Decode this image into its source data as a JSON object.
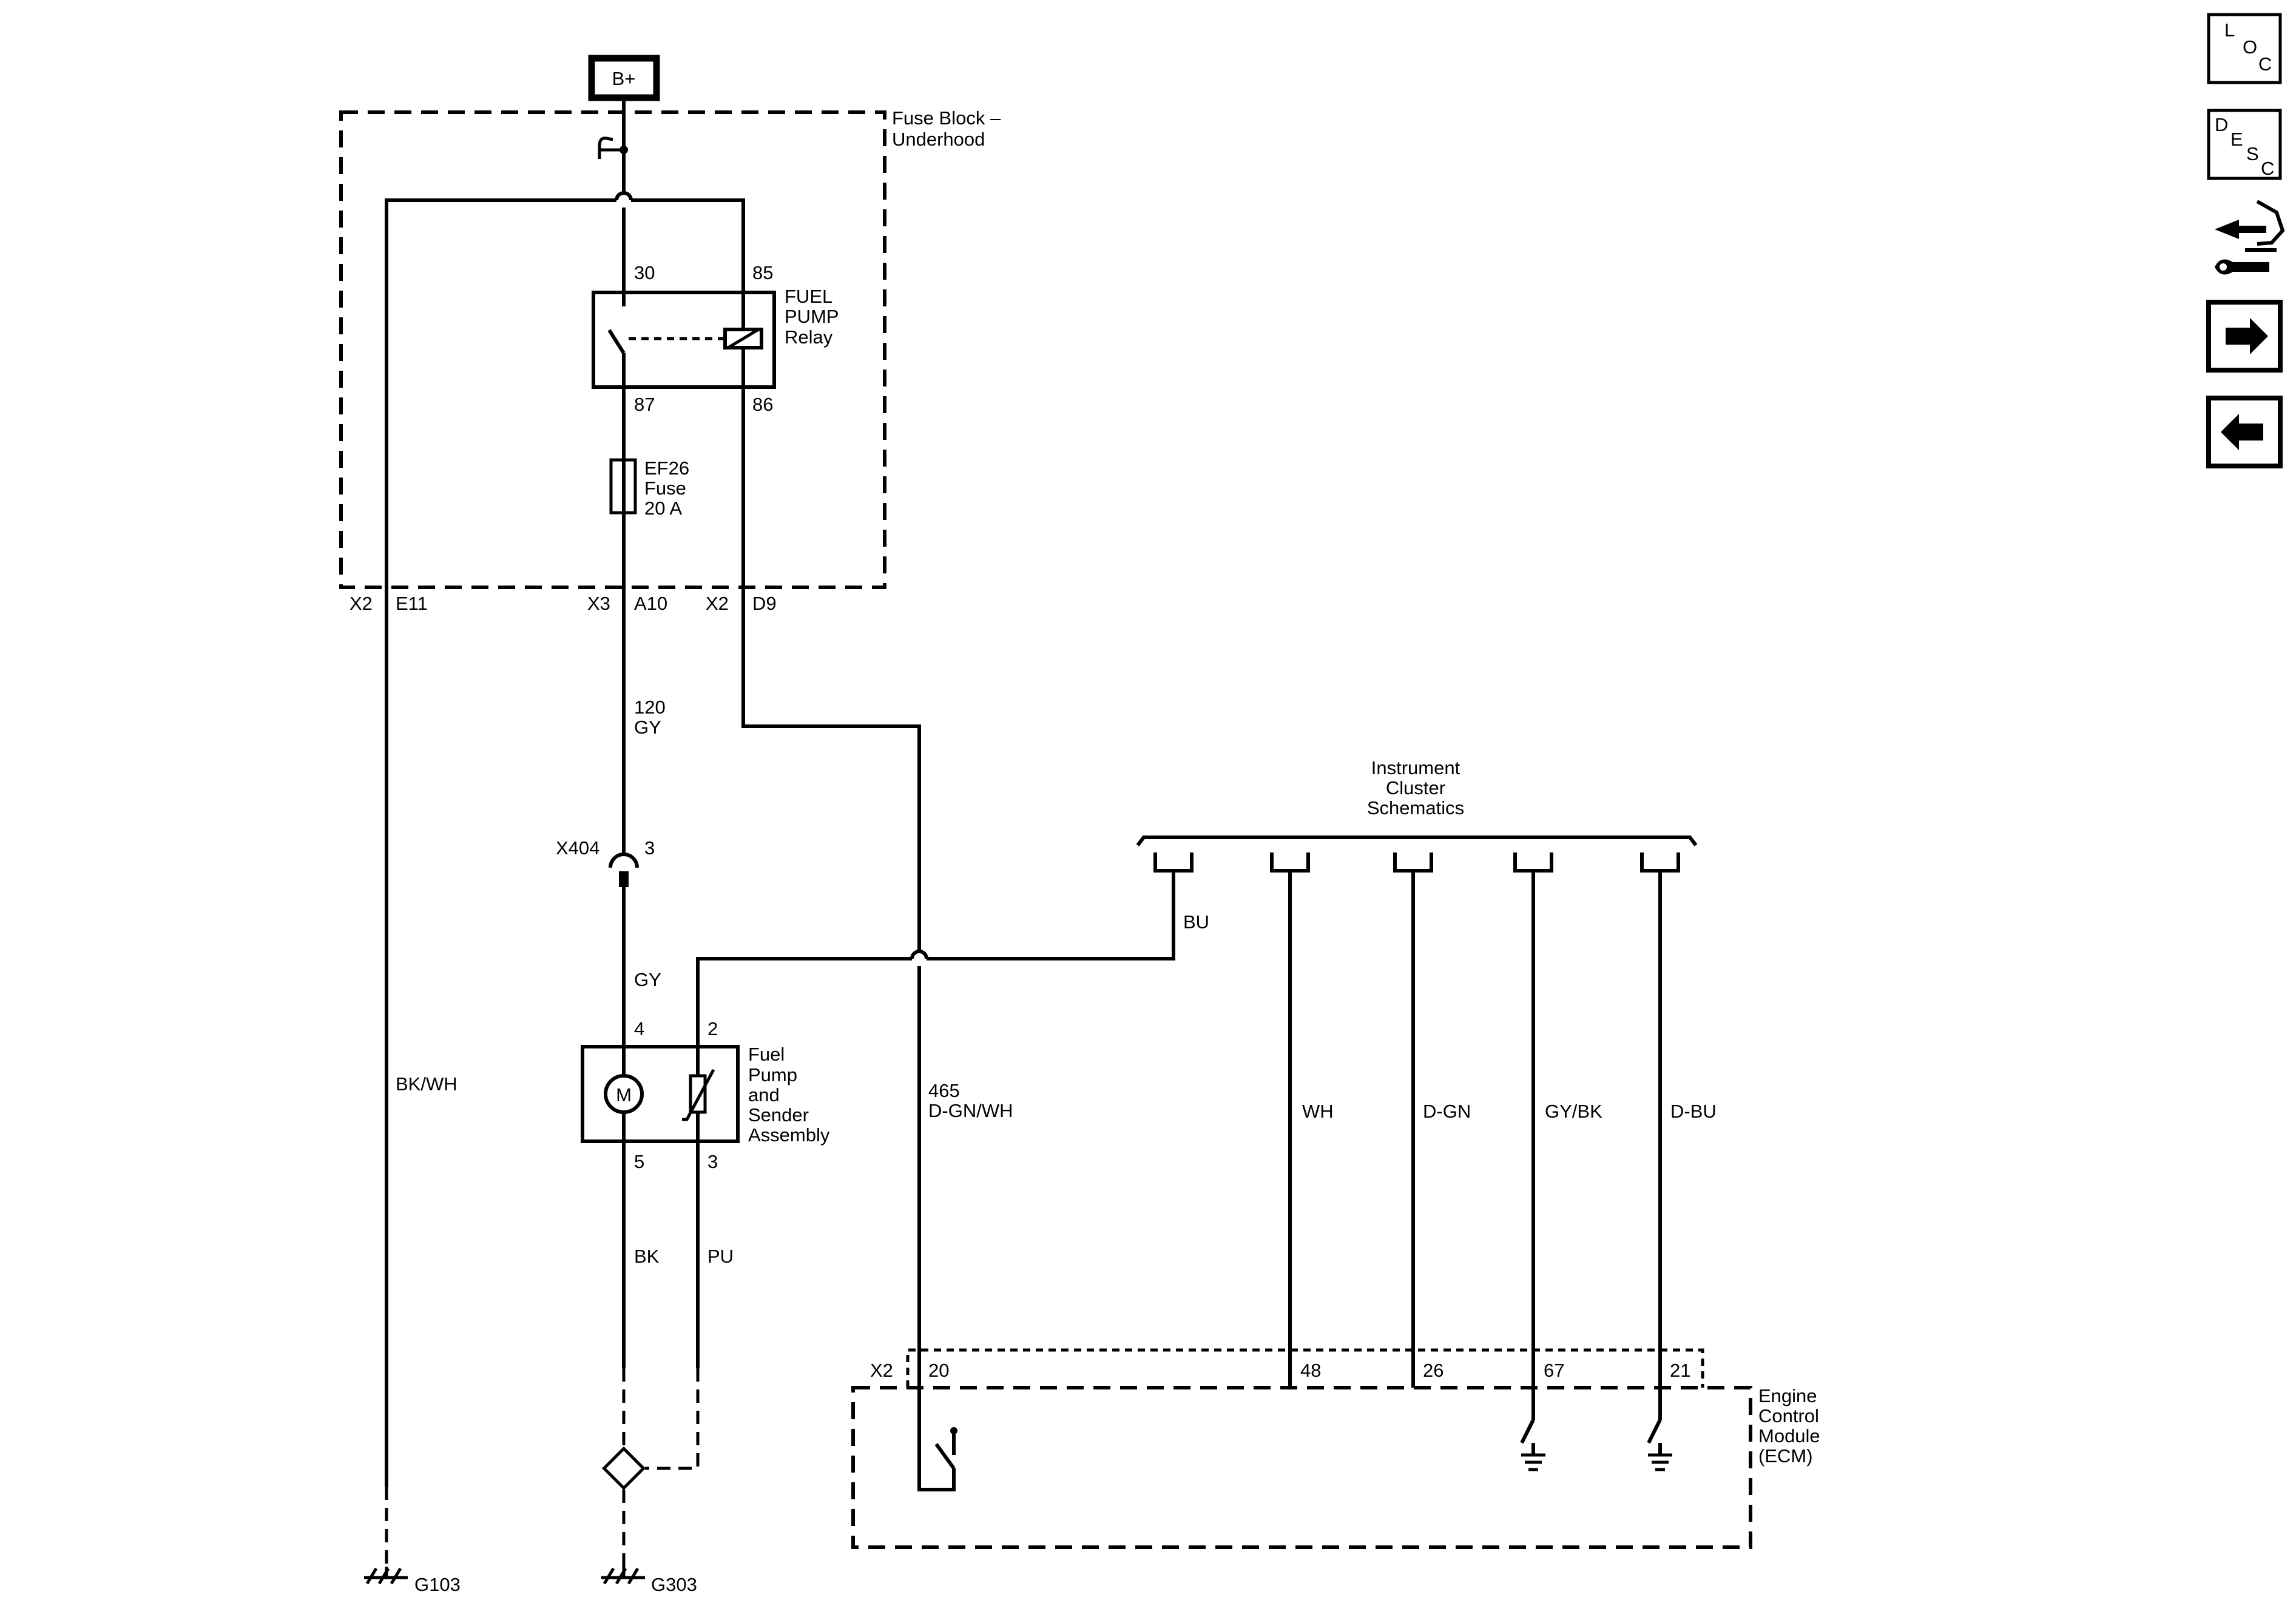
{
  "power": {
    "label": "B+"
  },
  "fuse_block": {
    "line1": "Fuse Block –",
    "line2": "Underhood"
  },
  "relay": {
    "line1": "FUEL",
    "line2": "PUMP",
    "line3": "Relay",
    "pins": {
      "p30": "30",
      "p85": "85",
      "p87": "87",
      "p86": "86"
    }
  },
  "fuse": {
    "line1": "EF26",
    "line2": "Fuse",
    "line3": "20 A"
  },
  "fuse_block_connectors": {
    "c1_conn": "X2",
    "c1_pin": "E11",
    "c2_conn": "X3",
    "c2_pin": "A10",
    "c3_conn": "X2",
    "c3_pin": "D9"
  },
  "wires": {
    "gy_circuit": "120",
    "gy_color": "GY",
    "gy_lower": "GY",
    "bkwh": "BK/WH",
    "dgnwh_circuit": "465",
    "dgnwh_color": "D-GN/WH",
    "bu": "BU",
    "bk": "BK",
    "pu": "PU",
    "wh": "WH",
    "dgn": "D-GN",
    "gybk": "GY/BK",
    "dbu": "D-BU"
  },
  "inline_connector": {
    "name": "X404",
    "pin": "3"
  },
  "pump": {
    "line1": "Fuel",
    "line2": "Pump",
    "line3": "and",
    "line4": "Sender",
    "line5": "Assembly",
    "pins": {
      "p4": "4",
      "p2": "2",
      "p5": "5",
      "p3": "3"
    },
    "motor_symbol": "M"
  },
  "cluster": {
    "line1": "Instrument",
    "line2": "Cluster",
    "line3": "Schematics"
  },
  "ecm": {
    "line1": "Engine",
    "line2": "Control",
    "line3": "Module",
    "line4": "(ECM)",
    "connector": "X2",
    "pins": {
      "p20": "20",
      "p48": "48",
      "p26": "26",
      "p67": "67",
      "p21": "21"
    }
  },
  "grounds": {
    "g1": "G103",
    "g2": "G303"
  },
  "side_nav": {
    "loc": {
      "l1": "L",
      "l2": "O",
      "l3": "C"
    },
    "desc": {
      "l1": "D",
      "l2": "E",
      "l3": "S",
      "l4": "C"
    },
    "icons": [
      "connector-tool-icon",
      "arrow-right-icon",
      "arrow-left-icon"
    ]
  }
}
